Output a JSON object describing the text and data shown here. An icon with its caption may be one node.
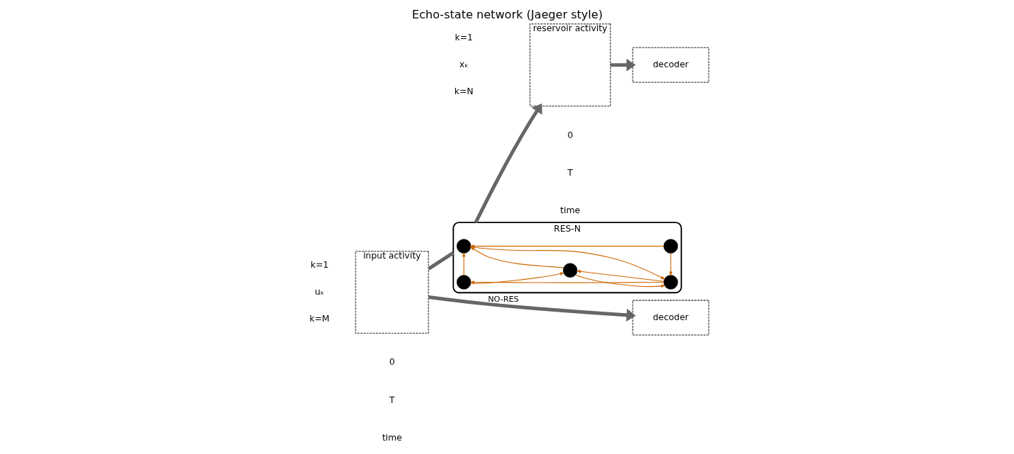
{
  "diagram": {
    "title": "Echo-state network (Jaeger style)",
    "nodes": [
      {
        "text": [
          "input activity"
        ]
      },
      {
        "text": [
          "RES-N"
        ]
      },
      {
        "text": [],
        "shape": "circle",
        "in": 1
      },
      {
        "text": [],
        "shape": "circle",
        "in": 1
      },
      {
        "text": [],
        "shape": "circle",
        "in": 1
      },
      {
        "text": [],
        "shape": "circle",
        "in": 1
      },
      {
        "text": [],
        "shape": "circle",
        "in": 1
      },
      {
        "text": [
          "reservoir activity"
        ]
      },
      {
        "text": [
          "decoder"
        ]
      },
      {
        "text": [
          "decoder"
        ]
      }
    ],
    "edges": [
      {
        "from": 0,
        "to": 1,
        "arrow": "none",
        "style": "thick",
        "color": "#666666"
      },
      {
        "from": 0,
        "to": 9,
        "arrow": "to",
        "label": "NO-RES",
        "style": "thick",
        "color": "#666666"
      },
      {
        "from": 1,
        "to": 7,
        "arrow": "to",
        "style": "thick",
        "color": "#666666"
      },
      {
        "from": 7,
        "to": 8,
        "arrow": "to",
        "style": "thick",
        "color": "#666666"
      },
      {
        "from": 3,
        "to": 2,
        "arrow": "to"
      },
      {
        "from": 2,
        "to": 5,
        "arrow": "to"
      },
      {
        "from": 3,
        "to": 5,
        "arrow": "to"
      },
      {
        "from": 5,
        "to": 4,
        "arrow": "to"
      },
      {
        "from": 4,
        "to": 5,
        "arrow": "to"
      },
      {
        "from": 4,
        "to": 2,
        "arrow": "to"
      },
      {
        "from": 6,
        "to": 2,
        "arrow": "to"
      },
      {
        "from": 6,
        "to": 4,
        "arrow": "to"
      },
      {
        "from": 5,
        "to": 6,
        "arrow": "to"
      }
    ],
    "labels": [
      "k=1",
      "uₖ",
      "k=M",
      "0",
      "T",
      "time",
      "k=1",
      "xₖ",
      "k=N",
      "0",
      "T",
      "time"
    ]
  }
}
